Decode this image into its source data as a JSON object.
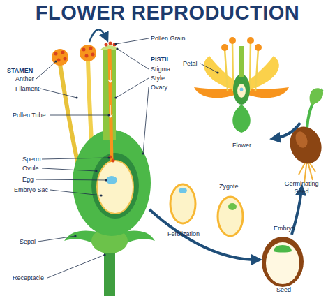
{
  "diagram": {
    "title": "FLOWER REPRODUCTION",
    "labels": [
      "STAMEN",
      "Anther",
      "Filament",
      "Pollen Grain",
      "PISTIL",
      "Stigma",
      "Style",
      "Ovary",
      "Pollen Tube",
      "Sperm",
      "Ovule",
      "Egg",
      "Embryo Sac",
      "Sepal",
      "Receptacle",
      "Petal",
      "Flower",
      "Germinating Seed",
      "Fertilization",
      "Zygote",
      "Embryo",
      "Seed"
    ]
  }
}
